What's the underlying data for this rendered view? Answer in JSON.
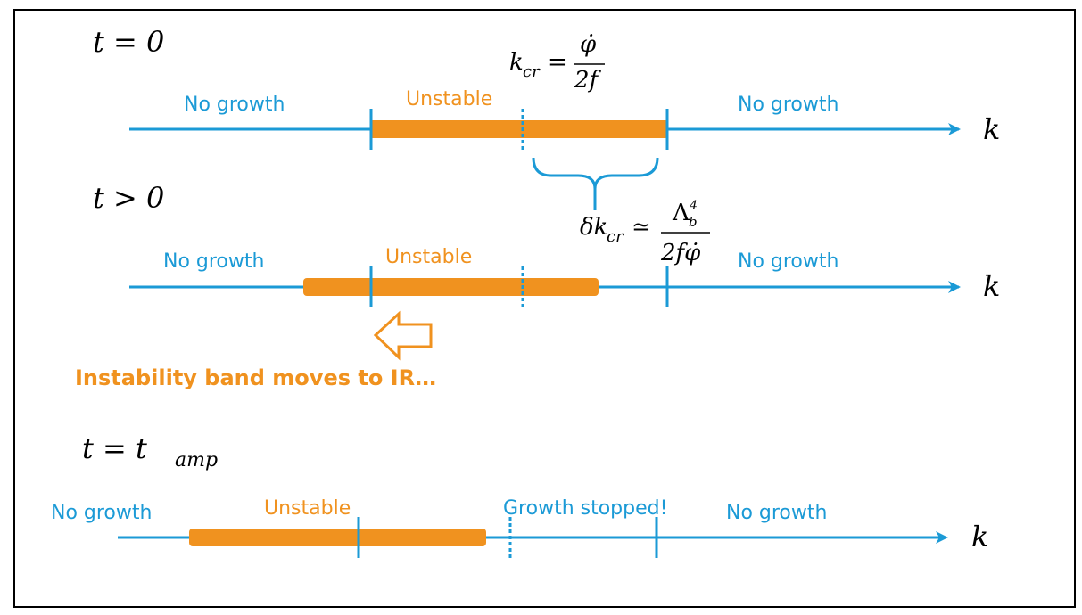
{
  "colors": {
    "blue": "#1b9ad6",
    "orange": "#f0921f",
    "black": "#000000"
  },
  "panel1": {
    "time": "t = 0",
    "formula_lhs": "k",
    "formula_lhs_sub": "cr",
    "formula_eq": "=",
    "formula_num": "φ̇",
    "formula_den": "2f",
    "left_label": "No growth",
    "band_label": "Unstable",
    "right_label": "No growth",
    "axis_label": "k"
  },
  "panel2": {
    "time": "t > 0",
    "delta_lhs": "δk",
    "delta_lhs_sub": "cr",
    "delta_eq": "≃",
    "delta_num": "Λ",
    "delta_num_sub": "b",
    "delta_num_sup": "4",
    "delta_den": "2fφ̇",
    "left_label": "No growth",
    "band_label": "Unstable",
    "right_label": "No growth",
    "axis_label": "k",
    "arrow_caption": "Instability band moves to IR…"
  },
  "panel3": {
    "time_lhs": "t = t",
    "time_sub": "amp",
    "left_label": "No growth",
    "band_label": "Unstable",
    "stopped_label": "Growth stopped!",
    "right_label": "No growth",
    "axis_label": "k"
  }
}
